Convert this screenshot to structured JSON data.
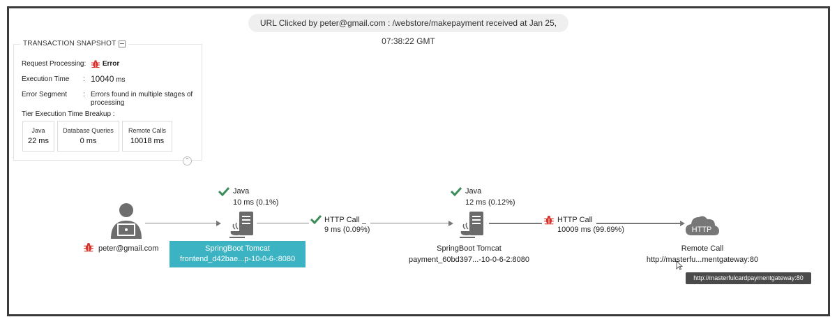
{
  "header": {
    "url_clicked": "URL Clicked by peter@gmail.com : /webstore/makepayment received at Jan 25, 07:38:22 GMT"
  },
  "snapshot": {
    "title": "TRANSACTION SNAPSHOT",
    "request_processing_label": "Request Processing:",
    "request_processing_value": "Error",
    "execution_time_label": "Execution Time",
    "execution_time_value": "10040",
    "execution_time_unit": "ms",
    "error_segment_label": "Error Segment",
    "error_segment_value": "Errors found in multiple stages of processing",
    "breakup_label": "Tier Execution Time Breakup :",
    "breakup": [
      {
        "label": "Java",
        "value": "22 ms"
      },
      {
        "label": "Database Queries",
        "value": "0 ms"
      },
      {
        "label": "Remote Calls",
        "value": "10018 ms"
      }
    ]
  },
  "flow": {
    "user": {
      "label": "peter@gmail.com"
    },
    "node1": {
      "tech": "Java",
      "time": "10 ms (0.1%)",
      "name": "SpringBoot Tomcat",
      "host": "frontend_d42bae...p-10-0-6-:8080"
    },
    "call1": {
      "label": "HTTP Call",
      "time": "9 ms (0.09%)"
    },
    "node2": {
      "tech": "Java",
      "time": "12 ms (0.12%)",
      "name": "SpringBoot Tomcat",
      "host": "payment_60bd397...-10-0-6-2:8080"
    },
    "call2": {
      "label": "HTTP Call",
      "time": "10009 ms (99.69%)"
    },
    "remote": {
      "icon_text": "HTTP",
      "name": "Remote Call",
      "host": "http://masterfu...mentgateway:80",
      "tooltip": "http://masterfulcardpaymentgateway:80"
    }
  },
  "colors": {
    "highlight": "#3bb3c3",
    "ok": "#3c8c5a",
    "error": "#d9302a"
  }
}
